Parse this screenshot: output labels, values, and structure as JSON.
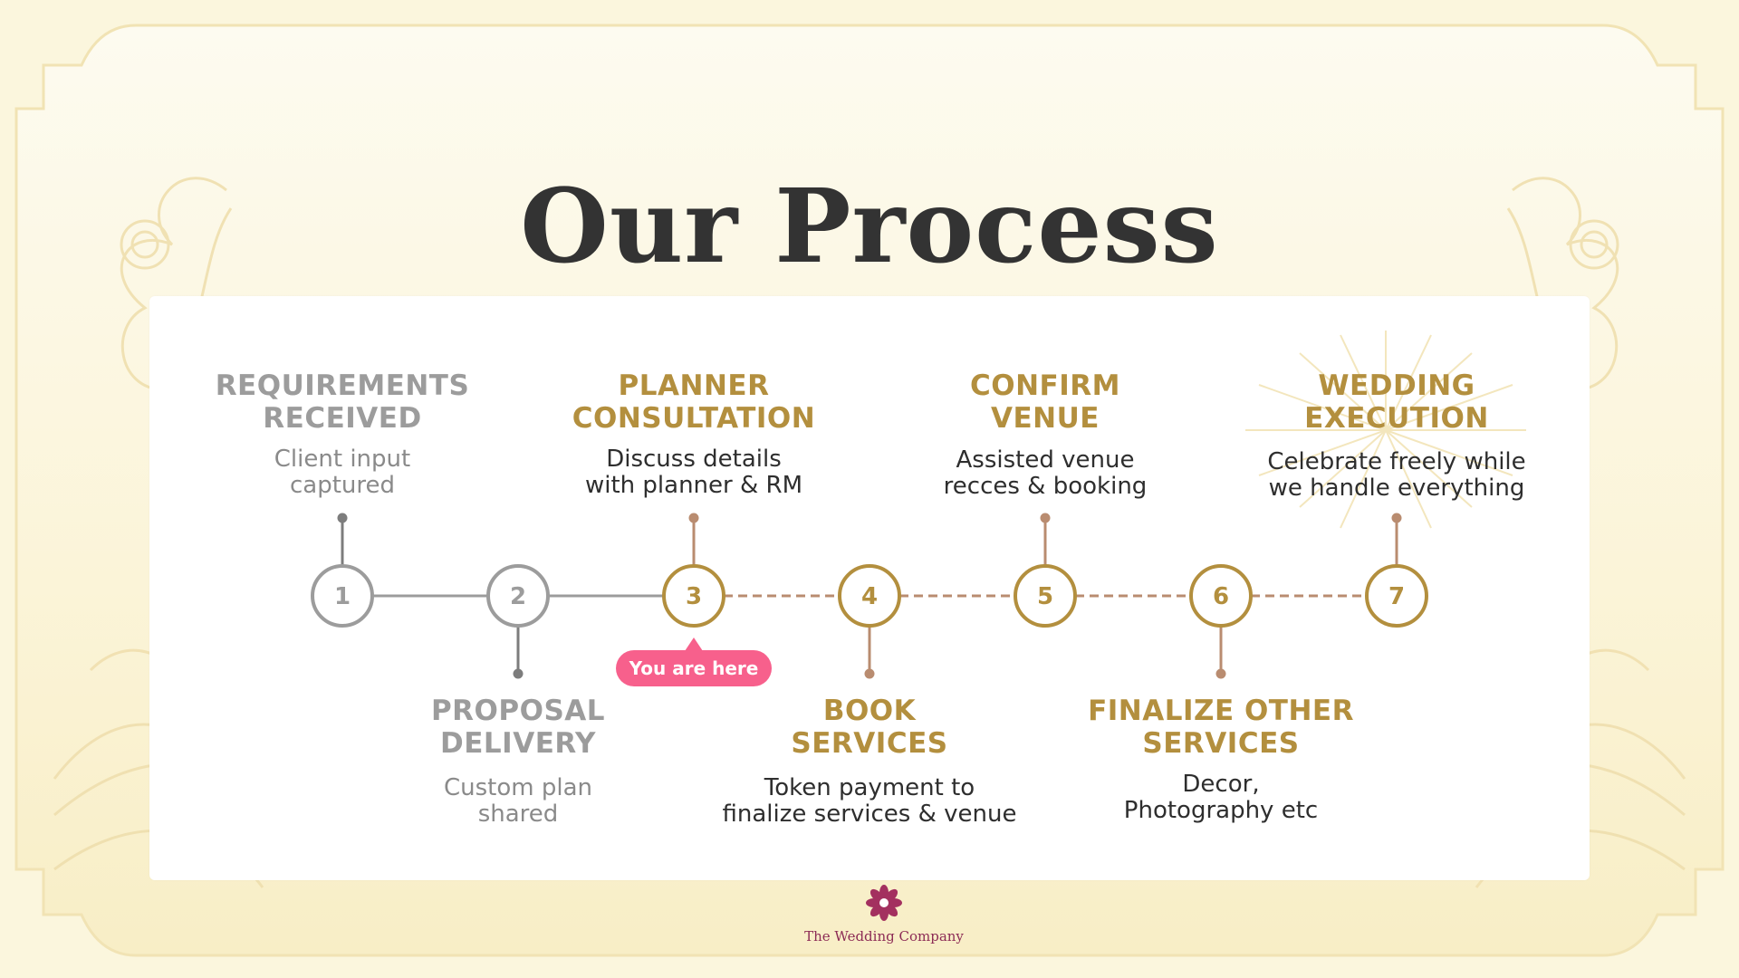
{
  "title": "Our Process",
  "colors": {
    "completed": "#9c9c9c",
    "active": "#b38f3e",
    "connector": "#b98c70",
    "marker": "#f7608c",
    "brand": "#8c2b55"
  },
  "steps": [
    {
      "number": "1",
      "title": "REQUIREMENTS\nRECEIVED",
      "description": "Client input\ncaptured",
      "position": "above",
      "state": "completed"
    },
    {
      "number": "2",
      "title": "PROPOSAL\nDELIVERY",
      "description": "Custom plan\nshared",
      "position": "below",
      "state": "completed"
    },
    {
      "number": "3",
      "title": "PLANNER\nCONSULTATION",
      "description": "Discuss details\nwith planner & RM",
      "position": "above",
      "state": "current"
    },
    {
      "number": "4",
      "title": "BOOK\nSERVICES",
      "description": "Token payment to\nfinalize services & venue",
      "position": "below",
      "state": "upcoming"
    },
    {
      "number": "5",
      "title": "CONFIRM\nVENUE",
      "description": "Assisted venue\nrecces & booking",
      "position": "above",
      "state": "upcoming"
    },
    {
      "number": "6",
      "title": "FINALIZE OTHER\nSERVICES",
      "description": "Decor,\nPhotography etc",
      "position": "below",
      "state": "upcoming"
    },
    {
      "number": "7",
      "title": "WEDDING\nEXECUTION",
      "description": "Celebrate freely while\nwe handle everything",
      "position": "above",
      "state": "upcoming"
    }
  ],
  "current_marker": "You are here",
  "brand": {
    "name": "The Wedding Company",
    "logo_icon": "flower-icon"
  }
}
